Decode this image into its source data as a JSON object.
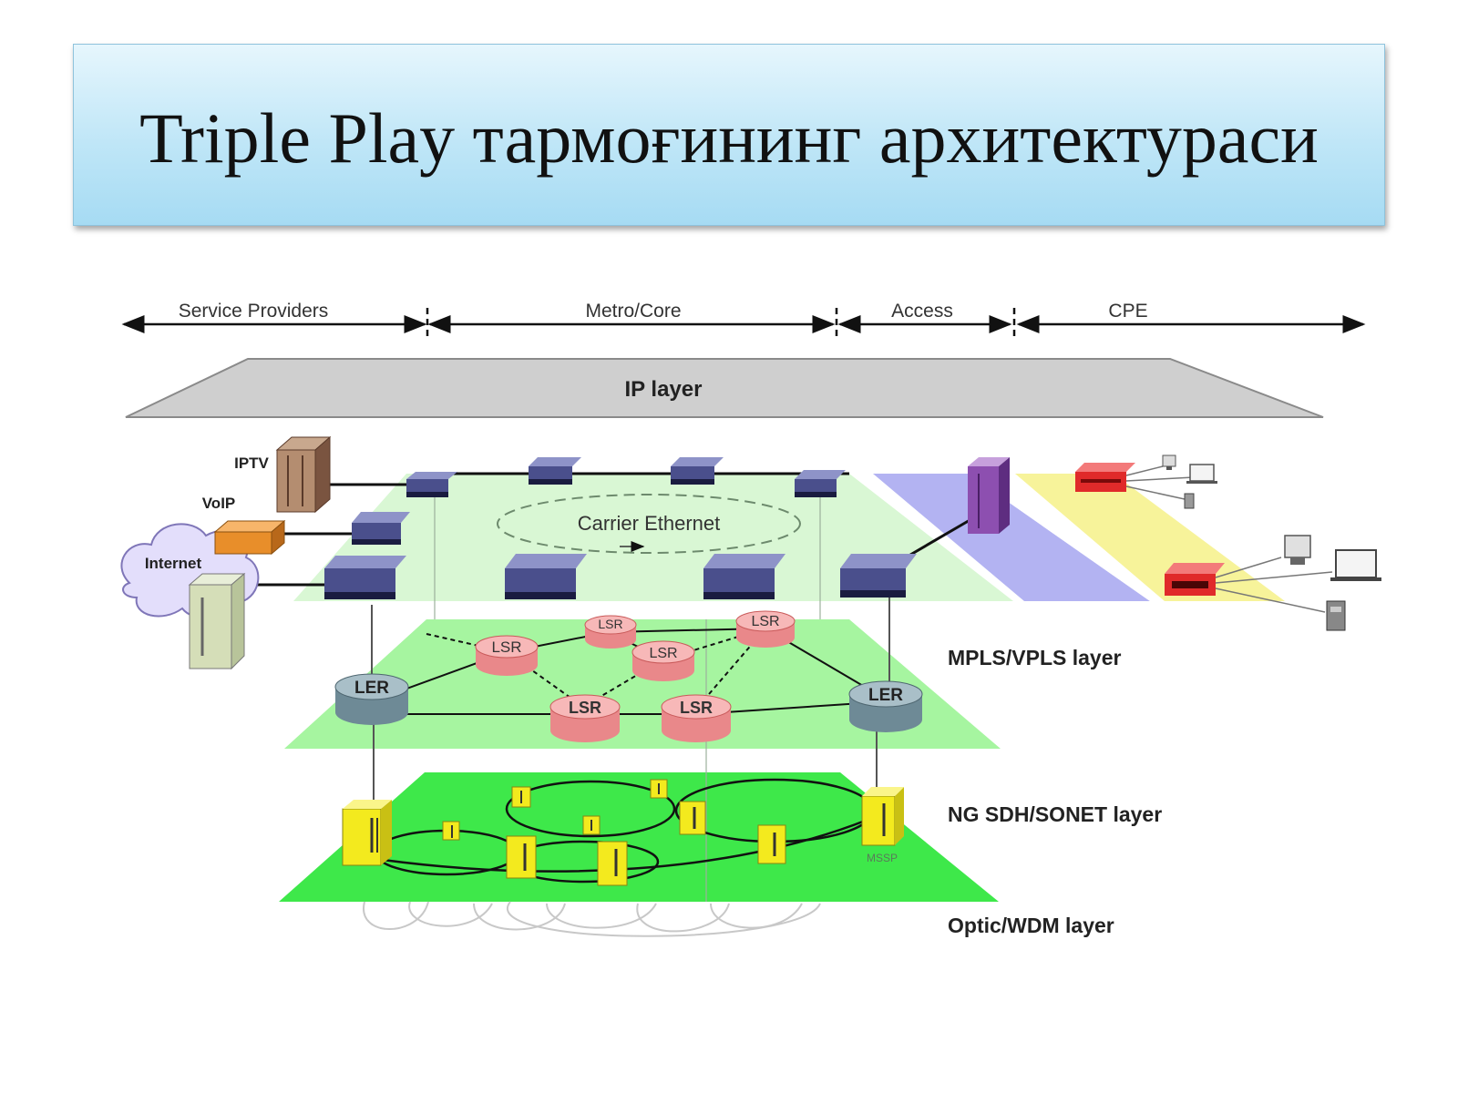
{
  "slide": {
    "title": "Triple Play тармоғининг архитектураси"
  },
  "segments": {
    "service_providers": "Service Providers",
    "metro_core": "Metro/Core",
    "access": "Access",
    "cpe": "CPE"
  },
  "layers": {
    "ip": "IP layer",
    "mpls": "MPLS/VPLS layer",
    "sdh": "NG SDH/SONET layer",
    "optic": "Optic/WDM layer"
  },
  "carrier_ethernet": "Carrier Ethernet",
  "sources": {
    "iptv": "IPTV",
    "voip": "VoIP",
    "internet": "Internet"
  },
  "nodes": {
    "ler_left": "LER",
    "ler_right": "LER",
    "lsr_1": "LSR",
    "lsr_2": "LSR",
    "lsr_3": "LSR",
    "lsr_4": "LSR",
    "lsr_5": "LSR",
    "lsr_6": "LSR",
    "mssp": "MSSP"
  },
  "colors": {
    "ip_layer": "#cfcfcf",
    "ethernet_plane": "#d9f7d4",
    "mpls_plane": "#a6f5a0",
    "sdh_plane": "#3ee84a",
    "access_band": "#b3b3f2",
    "cpe_band": "#f7f39a",
    "lsr": "#f7a8a8",
    "ler": "#8fa9b4",
    "switch": "#4a4f8c",
    "adm": "#f3ea1e"
  }
}
